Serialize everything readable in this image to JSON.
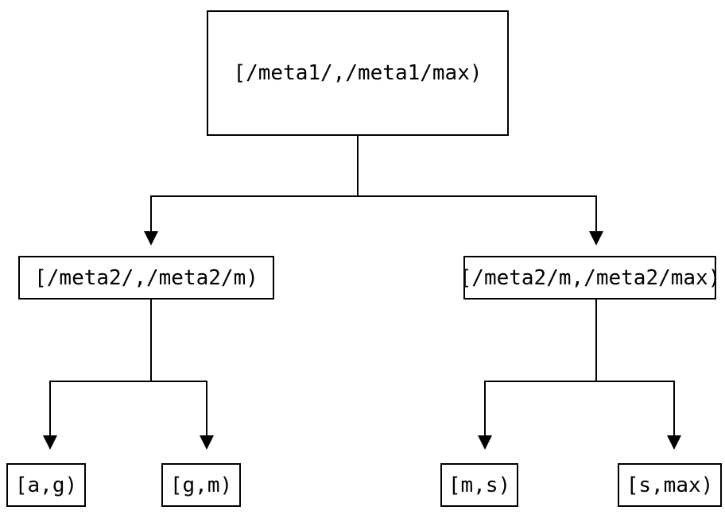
{
  "diagram": {
    "type": "binary-tree",
    "background_color": "#ffffff",
    "line_color": "#000000",
    "box_border_color": "#000000",
    "text_color": "#000000",
    "nodes": {
      "root": "[/meta1/,/meta1/max)",
      "left": "[/meta2/,/meta2/m)",
      "right": "[/meta2/m,/meta2/max)",
      "leaf_ag": "[a,g)",
      "leaf_gm": "[g,m)",
      "leaf_ms": "[m,s)",
      "leaf_smax": "[s,max)"
    },
    "edges": [
      {
        "from": "root",
        "to": "left"
      },
      {
        "from": "root",
        "to": "right"
      },
      {
        "from": "left",
        "to": "leaf_ag"
      },
      {
        "from": "left",
        "to": "leaf_gm"
      },
      {
        "from": "right",
        "to": "leaf_ms"
      },
      {
        "from": "right",
        "to": "leaf_smax"
      }
    ]
  }
}
